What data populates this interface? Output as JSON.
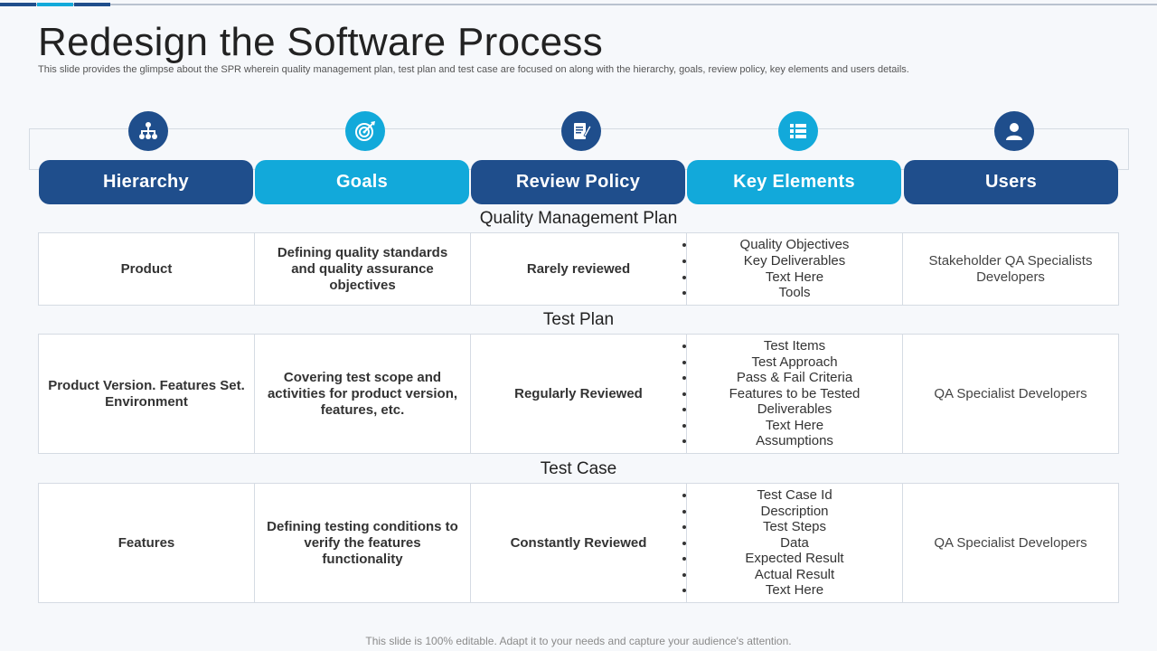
{
  "colors": {
    "dark_blue": "#1f4e8c",
    "light_blue": "#12a9da",
    "text": "#222222"
  },
  "title": "Redesign the Software Process",
  "subtitle": "This slide provides the glimpse about the SPR wherein quality management plan, test plan and test case are focused on along with the hierarchy, goals, review policy, key elements and users details.",
  "columns": [
    {
      "label": "Hierarchy",
      "icon": "hierarchy-icon",
      "color": "#1f4e8c"
    },
    {
      "label": "Goals",
      "icon": "target-icon",
      "color": "#12a9da"
    },
    {
      "label": "Review Policy",
      "icon": "document-edit-icon",
      "color": "#1f4e8c"
    },
    {
      "label": "Key Elements",
      "icon": "list-icon",
      "color": "#12a9da"
    },
    {
      "label": "Users",
      "icon": "user-icon",
      "color": "#1f4e8c"
    }
  ],
  "sections": [
    {
      "title": "Quality Management Plan",
      "hierarchy": "Product",
      "goals": "Defining quality standards and quality assurance objectives",
      "review_policy": "Rarely reviewed",
      "key_elements": [
        "Quality Objectives",
        "Key Deliverables",
        "Text Here",
        "Tools"
      ],
      "users": "Stakeholder QA Specialists Developers"
    },
    {
      "title": "Test Plan",
      "hierarchy": "Product Version. Features Set. Environment",
      "goals": "Covering test scope and activities for product version, features, etc.",
      "review_policy": "Regularly Reviewed",
      "key_elements": [
        "Test Items",
        "Test Approach",
        "Pass & Fail Criteria",
        "Features to be Tested",
        "Deliverables",
        "Text Here",
        "Assumptions"
      ],
      "users": "QA Specialist Developers"
    },
    {
      "title": "Test Case",
      "hierarchy": "Features",
      "goals": "Defining testing conditions to verify the features functionality",
      "review_policy": "Constantly Reviewed",
      "key_elements": [
        "Test Case Id",
        "Description",
        "Test Steps",
        "Data",
        "Expected Result",
        "Actual Result",
        "Text Here"
      ],
      "users": "QA Specialist Developers"
    }
  ],
  "footer": "This slide is 100% editable. Adapt it to your needs and capture your audience's attention."
}
